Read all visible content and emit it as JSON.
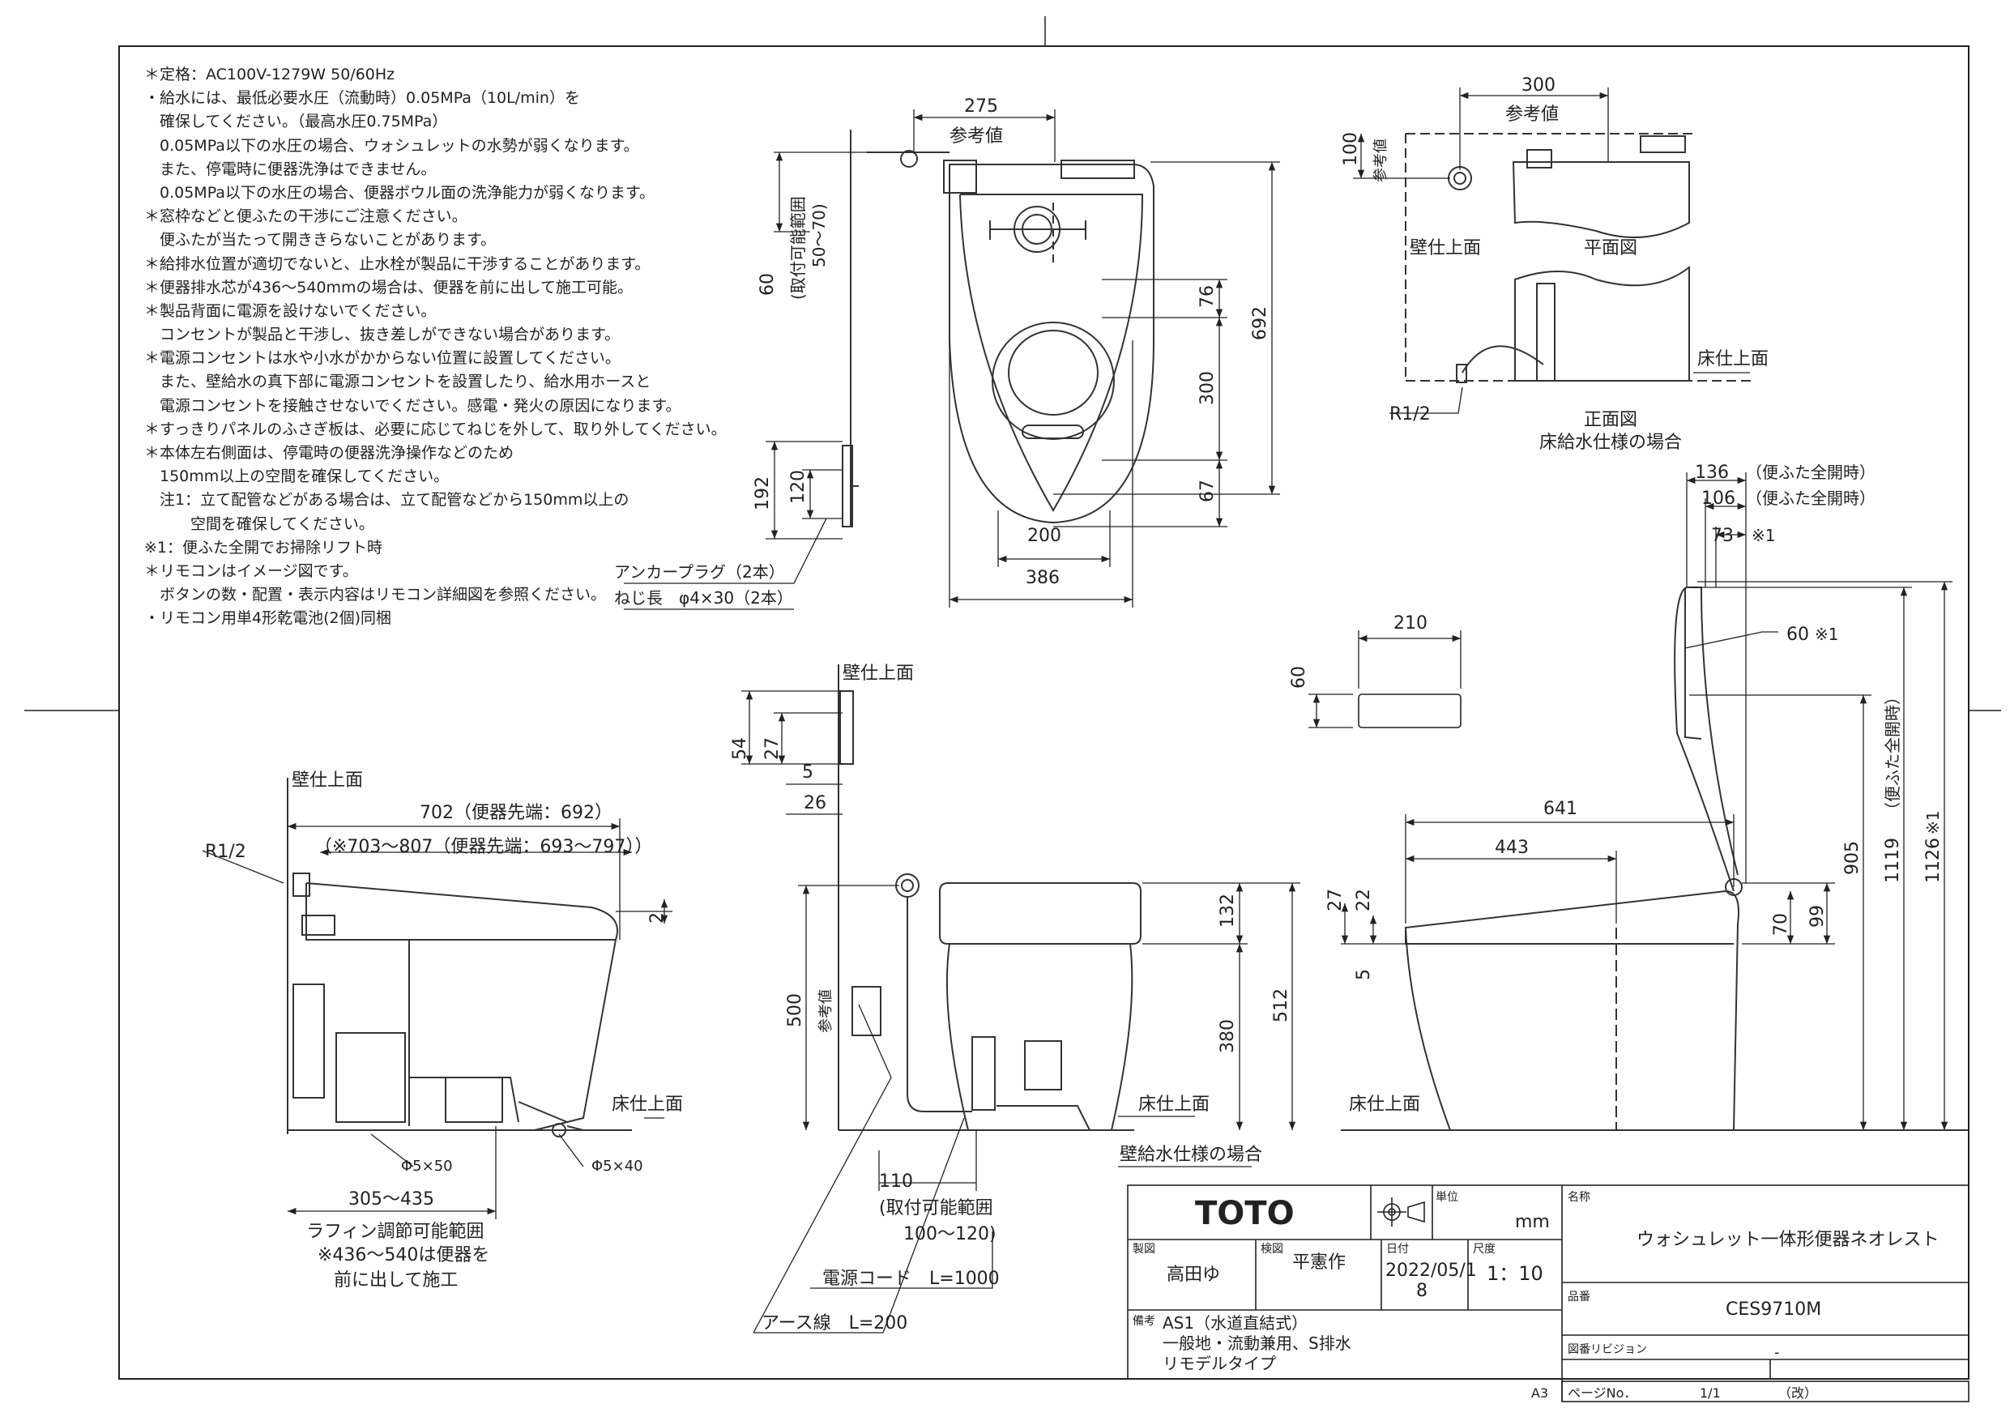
{
  "notes": [
    "＊定格：AC100V-1279W 50/60Hz",
    "・給水には、最低必要水圧（流動時）0.05MPa（10L/min）を",
    "　確保してください。（最高水圧0.75MPa）",
    "　0.05MPa以下の水圧の場合、ウォシュレットの水勢が弱くなります。",
    "　また、停電時に便器洗浄はできません。",
    "　0.05MPa以下の水圧の場合、便器ボウル面の洗浄能力が弱くなります。",
    "＊窓枠などと便ふたの干渉にご注意ください。",
    "　便ふたが当たって開ききらないことがあります。",
    "＊給排水位置が適切でないと、止水栓が製品に干渉することがあります。",
    "＊便器排水芯が436～540mmの場合は、便器を前に出して施工可能。",
    "＊製品背面に電源を設けないでください。",
    "　コンセントが製品と干渉し、抜き差しができない場合があります。",
    "＊電源コンセントは水や小水がかからない位置に設置してください。",
    "　また、壁給水の真下部に電源コンセントを設置したり、給水用ホースと",
    "　電源コンセントを接触させないでください。感電・発火の原因になります。",
    "＊すっきりパネルのふさぎ板は、必要に応じてねじを外して、取り外してください。",
    "＊本体左右側面は、停電時の便器洗浄操作などのため",
    "　150mm以上の空間を確保してください。",
    "　注1：立て配管などがある場合は、立て配管などから150mm以上の",
    "　　　空間を確保してください。",
    "※1：便ふた全開でお掃除リフト時",
    "＊リモコンはイメージ図です。",
    "　ボタンの数・配置・表示内容はリモコン詳細図を参照ください。",
    "・リモコン用単4形乾電池(2個)同梱"
  ],
  "top_view": {
    "dim_width_top": "275",
    "ref_value": "参考値",
    "mount_range_60": "60",
    "mount_range_label": "(取付可能範囲",
    "mount_range_value": "50～70)",
    "dim_76": "76",
    "dim_300": "300",
    "dim_67": "67",
    "dim_692": "692",
    "dim_200": "200",
    "dim_386": "386",
    "remote_192": "192",
    "remote_120": "120",
    "anchor_plug": "アンカープラグ（2本）",
    "screw_len": "ねじ長　φ4×30（2本）"
  },
  "floor_supply": {
    "dim_300": "300",
    "ref_value": "参考値",
    "dim_100": "100",
    "ref_value_v": "参考値",
    "wall_surface": "壁仕上面",
    "plan_view": "平面図",
    "floor_surface": "床仕上面",
    "r12": "R1/2",
    "front_view": "正面図",
    "caption": "床給水仕様の場合"
  },
  "side_left": {
    "wall_surface": "壁仕上面",
    "r12": "R1/2",
    "dim_702": "702（便器先端：692）",
    "dim_703": "（※703～807（便器先端：693～797））",
    "dim_2": "2",
    "floor_surface": "床仕上面",
    "hole_50": "Φ5×50",
    "hole_40": "Φ5×40",
    "dim_305": "305～435",
    "raffin1": "ラフィン調節可能範囲",
    "raffin2": "※436～540は便器を",
    "raffin3": "前に出して施工"
  },
  "front_center": {
    "wall_surface": "壁仕上面",
    "dim_54": "54",
    "dim_27": "27",
    "dim_5": "5",
    "dim_26": "26",
    "dim_500": "500",
    "ref_value": "参考値",
    "dim_132": "132",
    "dim_512": "512",
    "dim_380": "380",
    "floor_surface": "床仕上面",
    "caption": "壁給水仕様の場合",
    "dim_110": "110",
    "mount_label": "(取付可能範囲",
    "mount_value": "100～120)",
    "power_cord": "電源コード　L=1000",
    "earth_wire": "アース線　L=200"
  },
  "remote": {
    "dim_210": "210",
    "dim_60": "60"
  },
  "side_right": {
    "dim_136": "136",
    "dim_106": "106",
    "dim_73": "73",
    "lid_open_1": "（便ふた全開時）",
    "lid_open_2": "（便ふた全開時）",
    "mark1": "※1",
    "dim_60": "60",
    "mark1b": "※1",
    "dim_641": "641",
    "dim_443": "443",
    "dim_27": "27",
    "dim_22": "22",
    "dim_5": "5",
    "dim_70": "70",
    "dim_99": "99",
    "dim_905": "905",
    "dim_1119": "1119",
    "lid_open_v": "（便ふた全開時）",
    "dim_1126": "1126",
    "mark1c": "※1",
    "floor_surface": "床仕上面"
  },
  "title_block": {
    "brand": "TOTO",
    "unit_label": "単位",
    "unit": "mm",
    "name_label": "名称",
    "name": "ウォシュレット一体形便器ネオレスト",
    "drafter_label": "製図",
    "drafter": "高田ゆ",
    "checker_label": "検図",
    "checker": "平憲作",
    "date_label": "日付",
    "date1": "2022/05/1",
    "date2": "8",
    "scale_label": "尺度",
    "scale": "1：10",
    "part_label": "品番",
    "part": "CES9710M",
    "remarks_label": "備考",
    "remarks1": "AS1（水道直結式）",
    "remarks2": "一般地・流動兼用、S排水",
    "remarks3": "リモデルタイプ",
    "revision_label": "図番リビジョン",
    "revision": "-",
    "paper": "A3",
    "page_label": "ページNo．",
    "page": "1/1",
    "page_suffix": "（改）"
  }
}
